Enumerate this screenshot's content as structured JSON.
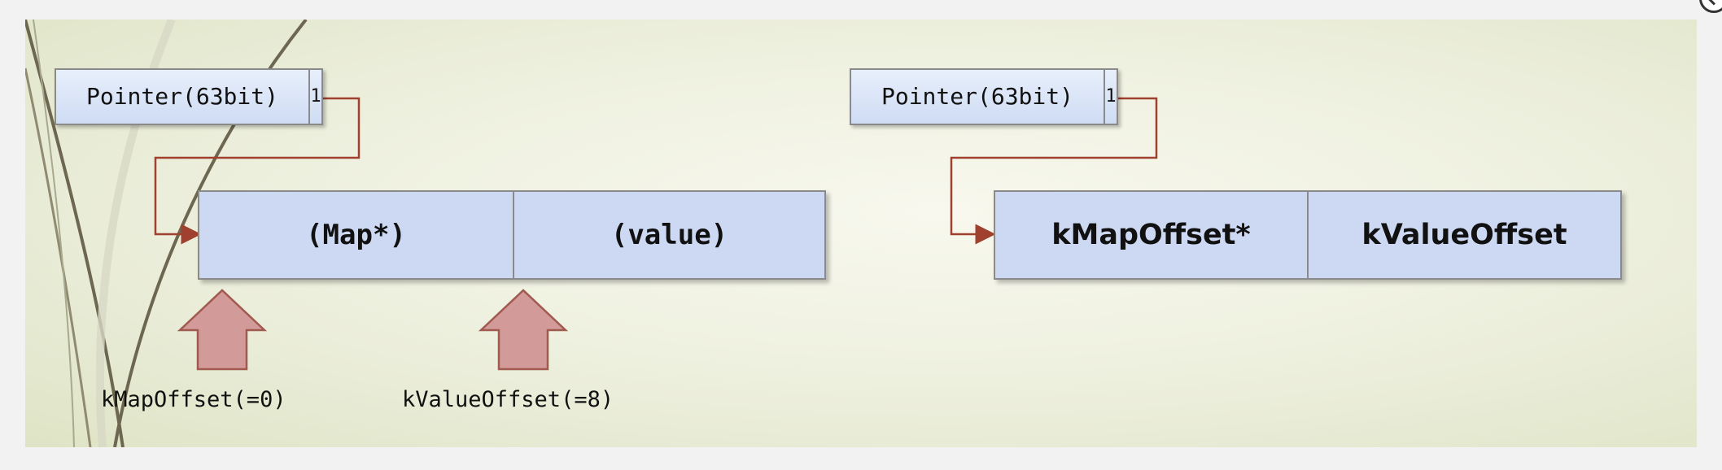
{
  "left": {
    "pointer_label": "Pointer(63bit)",
    "pointer_tag": "1",
    "cells": [
      "(Map*)",
      "(value)"
    ],
    "offset_labels": [
      "kMapOffset(=0)",
      "kValueOffset(=8)"
    ]
  },
  "right": {
    "pointer_label": "Pointer(63bit)",
    "pointer_tag": "1",
    "cells": [
      "kMapOffset*",
      "kValueOffset"
    ]
  },
  "colors": {
    "box_fill": "#cdd9f2",
    "arrow": "#a0402e",
    "up_arrow_fill": "#d29a98"
  },
  "icons": {
    "close": "close-icon"
  }
}
